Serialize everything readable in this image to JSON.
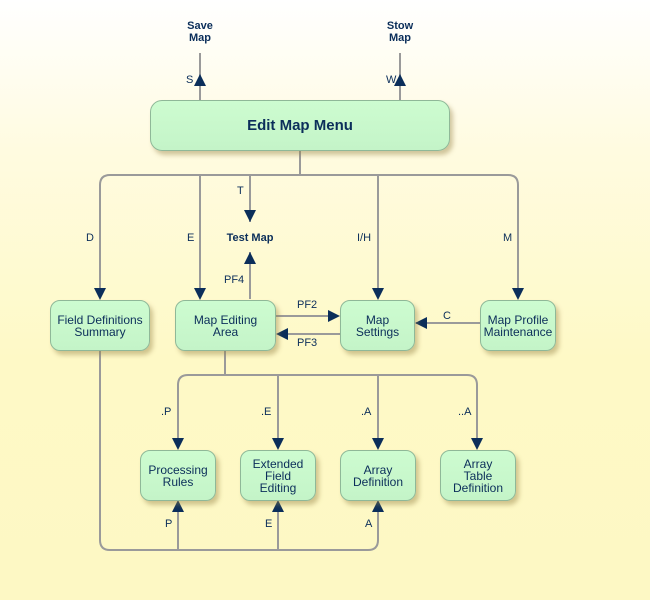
{
  "colors": {
    "node_fill": "#c8f8cb",
    "text": "#0b2e5a",
    "line": "#9a9a9a",
    "arrow": "#0b2e5a",
    "background": "#fdf8c4"
  },
  "nodes": {
    "edit_map_menu": "Edit Map Menu",
    "field_definitions_summary": "Field Definitions\nSummary",
    "map_editing_area": "Map Editing\nArea",
    "map_settings": "Map\nSettings",
    "map_profile_maintenance": "Map Profile\nMaintenance",
    "processing_rules": "Processing\nRules",
    "extended_field_editing": "Extended\nField\nEditing",
    "array_definition": "Array\nDefinition",
    "array_table_definition": "Array\nTable\nDefinition"
  },
  "terminals": {
    "save_map": "Save\nMap",
    "stow_map": "Stow\nMap",
    "test_map": "Test Map"
  },
  "edge_labels": {
    "s": "S",
    "w": "W",
    "d": "D",
    "e": "E",
    "t": "T",
    "ih": "I/H",
    "m": "M",
    "pf4": "PF4",
    "pf2": "PF2",
    "pf3": "PF3",
    "c": "C",
    "dot_p": ".P",
    "dot_e": ".E",
    "dot_a": ".A",
    "dotdot_a": "..A",
    "p": "P",
    "e2": "E",
    "a": "A"
  }
}
